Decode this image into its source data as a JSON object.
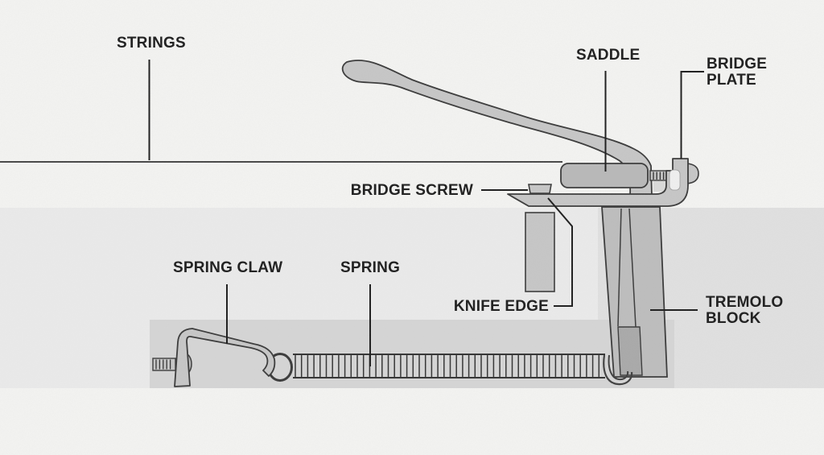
{
  "diagram": {
    "subject": "guitar-tremolo-system-cross-section",
    "labels": {
      "strings": "STRINGS",
      "saddle": "SADDLE",
      "bridge_plate": "BRIDGE\nPLATE",
      "bridge_screw": "BRIDGE SCREW",
      "knife_edge": "KNIFE EDGE",
      "spring_claw": "SPRING CLAW",
      "spring": "SPRING",
      "tremolo_block": "TREMOLO\nBLOCK"
    },
    "colors": {
      "paper": "#f3f3f1",
      "body_band": "#e0e0e0",
      "recess": "#eaeaea",
      "cavity": "#d5d5d5",
      "metal_light": "#c6c6c6",
      "metal_mid": "#b8b8b8",
      "metal_block": "#bdbdbd",
      "metal_dark": "#a9a9a9",
      "outline": "#3a3a3a",
      "label_text": "#232323",
      "leader": "#1d1d1d",
      "string_line": "#2e2e2e"
    }
  }
}
